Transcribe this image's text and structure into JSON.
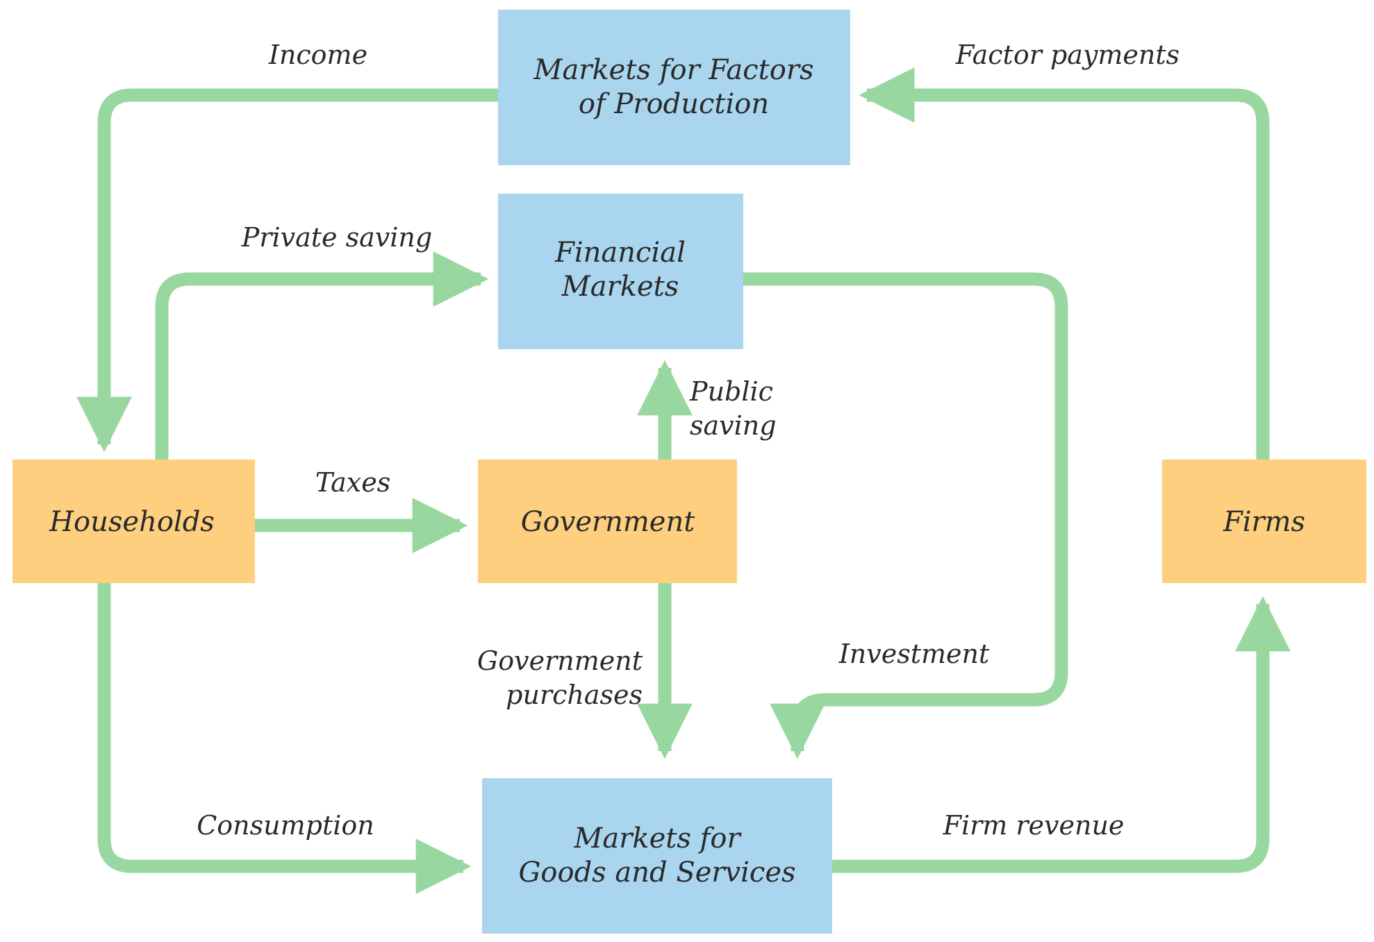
{
  "colors": {
    "market_box": "#a9d5ee",
    "sector_box": "#fdcf7e",
    "flow_arrow": "#99d7a0",
    "text": "#2a2a2a",
    "background": "#ffffff"
  },
  "nodes": {
    "factor_markets": {
      "line1": "Markets for Factors",
      "line2": "of Production"
    },
    "financial_markets": {
      "line1": "Financial",
      "line2": "Markets"
    },
    "households": {
      "label": "Households"
    },
    "government": {
      "label": "Government"
    },
    "firms": {
      "label": "Firms"
    },
    "goods_markets": {
      "line1": "Markets for",
      "line2": "Goods and Services"
    }
  },
  "flows": {
    "income": "Income",
    "factor_payments": "Factor payments",
    "private_saving": "Private saving",
    "public_saving": {
      "line1": "Public",
      "line2": "saving"
    },
    "taxes": "Taxes",
    "government_purchases": {
      "line1": "Government",
      "line2": "purchases"
    },
    "investment": "Investment",
    "consumption": "Consumption",
    "firm_revenue": "Firm revenue"
  }
}
